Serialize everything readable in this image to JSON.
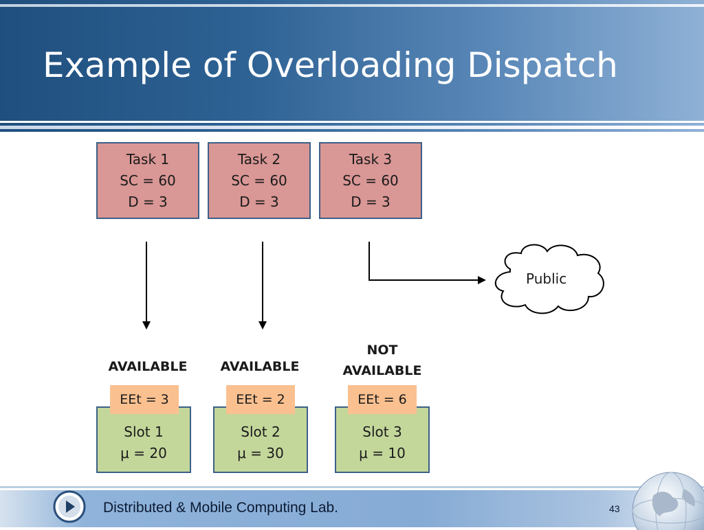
{
  "slide": {
    "title": "Example of Overloading Dispatch"
  },
  "tasks": [
    {
      "name": "Task 1",
      "sc": "SC = 60",
      "d": "D = 3"
    },
    {
      "name": "Task 2",
      "sc": "SC = 60",
      "d": "D = 3"
    },
    {
      "name": "Task 3",
      "sc": "SC = 60",
      "d": "D = 3"
    }
  ],
  "public": {
    "label": "Public"
  },
  "slots": [
    {
      "status": "AVAILABLE",
      "eet": "EEt = 3",
      "name": "Slot 1",
      "mu": "μ = 20"
    },
    {
      "status": "AVAILABLE",
      "eet": "EEt = 2",
      "name": "Slot 2",
      "mu": "μ = 30"
    },
    {
      "status_line1": "NOT",
      "status_line2": "AVAILABLE",
      "eet": "EEt = 6",
      "name": "Slot 3",
      "mu": "μ = 10"
    }
  ],
  "footer": {
    "lab": "Distributed & Mobile Computing Lab.",
    "page": "43"
  },
  "colors": {
    "task_fill": "#d99795",
    "slot_fill": "#c4d79b",
    "eet_fill": "#fac090",
    "border": "#3b5f88"
  },
  "icons": [
    "play-icon",
    "globe-icon",
    "cloud-icon"
  ]
}
